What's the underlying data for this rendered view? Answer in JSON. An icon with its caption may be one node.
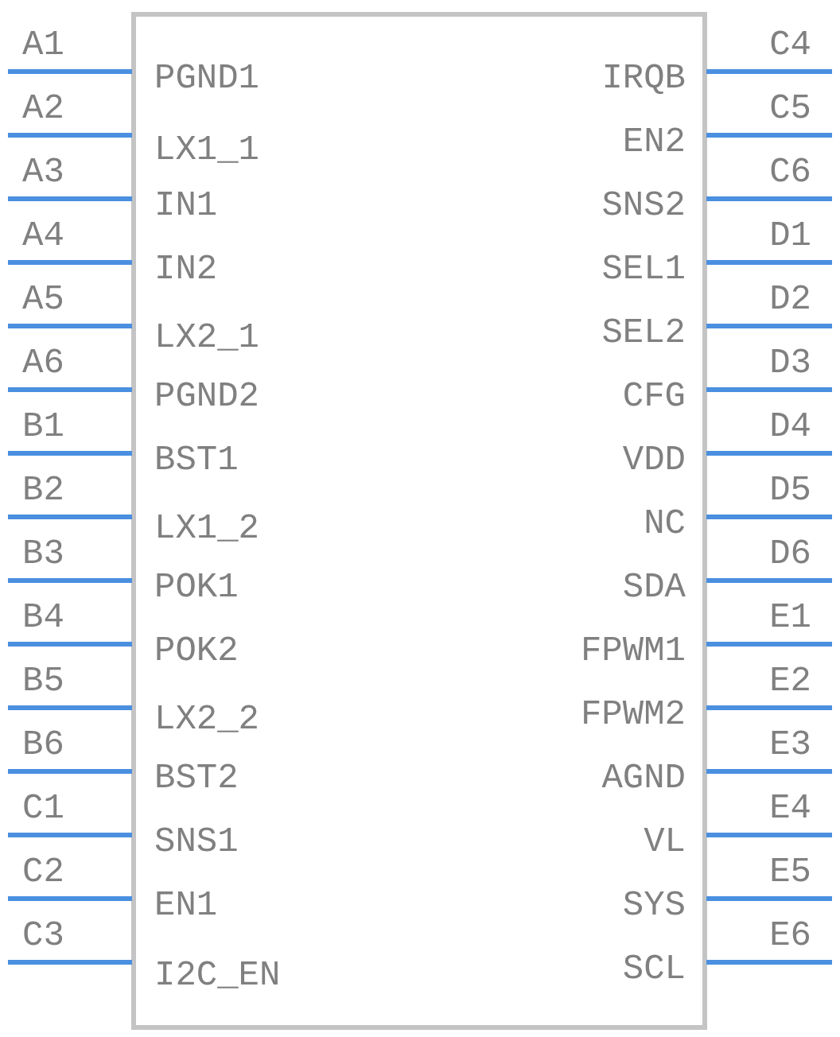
{
  "diagram": {
    "nodes": [
      {
        "text": [],
        "shape": "box"
      }
    ],
    "edges": [],
    "labels": [
      "A1",
      "PGND1",
      "IRQB",
      "C4",
      "A2",
      "LX1_1",
      "EN2",
      "C5",
      "A3",
      "IN1",
      "SNS2",
      "C6",
      "A4",
      "IN2",
      "SEL1",
      "D1",
      "A5",
      "LX2_1",
      "SEL2",
      "D2",
      "A6",
      "PGND2",
      "CFG",
      "D3",
      "B1",
      "BST1",
      "VDD",
      "D4",
      "B2",
      "LX1_2",
      "NC",
      "D5",
      "B3",
      "POK1",
      "SDA",
      "D6",
      "B4",
      "POK2",
      "FPWM1",
      "E1",
      "B5",
      "LX2_2",
      "FPWM2",
      "E2",
      "B6",
      "BST2",
      "AGND",
      "E3",
      "C1",
      "SNS1",
      "VL",
      "E4",
      "C2",
      "EN1",
      "SYS",
      "E5",
      "C3",
      "I2C_EN",
      "SCL",
      "E6"
    ]
  }
}
